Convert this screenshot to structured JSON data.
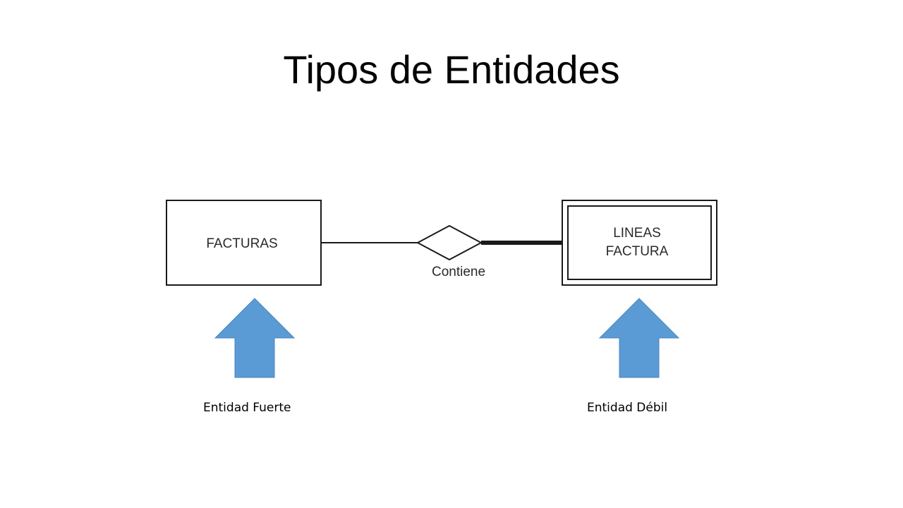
{
  "title": "Tipos de Entidades",
  "diagram": {
    "strong_entity": {
      "label": "FACTURAS"
    },
    "relationship": {
      "label": "Contiene"
    },
    "weak_entity": {
      "label_line1": "LINEAS",
      "label_line2": "FACTURA"
    }
  },
  "captions": {
    "left": "Entidad Fuerte",
    "right": "Entidad Débil"
  },
  "colors": {
    "arrow_fill": "#5B9BD5",
    "line": "#1a1a1a"
  },
  "icons": {
    "left_arrow": "up-arrow-icon",
    "right_arrow": "up-arrow-icon"
  }
}
